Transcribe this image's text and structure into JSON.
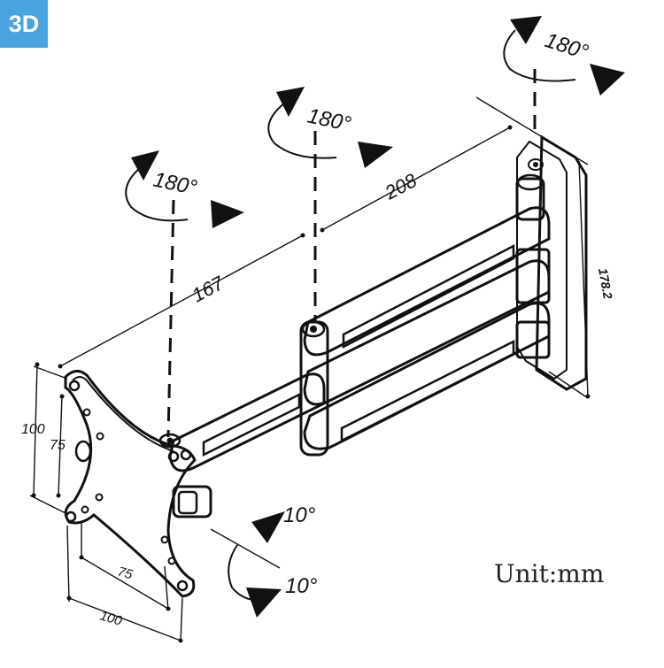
{
  "badge": "3D",
  "rotations": {
    "left": "180°",
    "middle": "180°",
    "right": "180°"
  },
  "tilt": {
    "up": "10°",
    "down": "10°"
  },
  "dimensions": {
    "arm_length_1": "167",
    "arm_length_2": "208",
    "wall_plate_thickness": "178.2",
    "vesa_height_outer": "100",
    "vesa_height_inner": "75",
    "vesa_width_inner": "75",
    "vesa_width_outer": "100"
  },
  "unit_note": "Unit:mm"
}
